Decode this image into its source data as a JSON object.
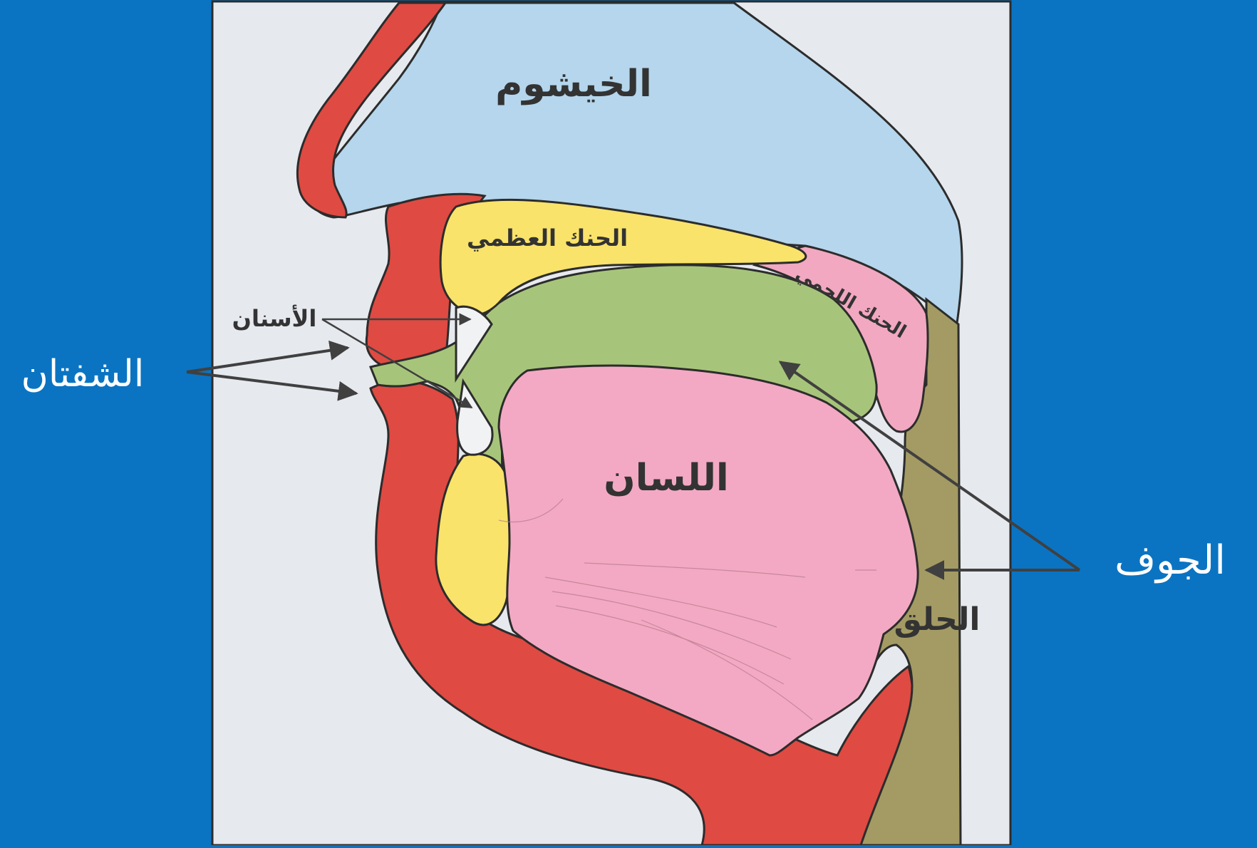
{
  "labels": {
    "nasal_cavity": "الخيشوم",
    "hard_palate": "الحنك العظمي",
    "soft_palate": "الحنك اللحمي",
    "teeth": "الأسنان",
    "lips": "الشفتان",
    "tongue": "اللسان",
    "throat": "الحلق",
    "cavity": "الجوف"
  },
  "colors": {
    "background": "#0a74c2",
    "panel": "#e6e9ee",
    "nasal": "#b5d6ec",
    "flesh_red": "#df4a42",
    "bone_yellow": "#f9e36a",
    "soft_pink": "#f2a8c0",
    "tongue_pink": "#f3a9c3",
    "cavity_green": "#a7c57a",
    "throat_olive": "#a39b63",
    "tooth": "#f1f2f4",
    "outline": "#2c2c2c",
    "arrow": "#404040",
    "label_text": "#333333",
    "outer_label": "#ffffff"
  }
}
